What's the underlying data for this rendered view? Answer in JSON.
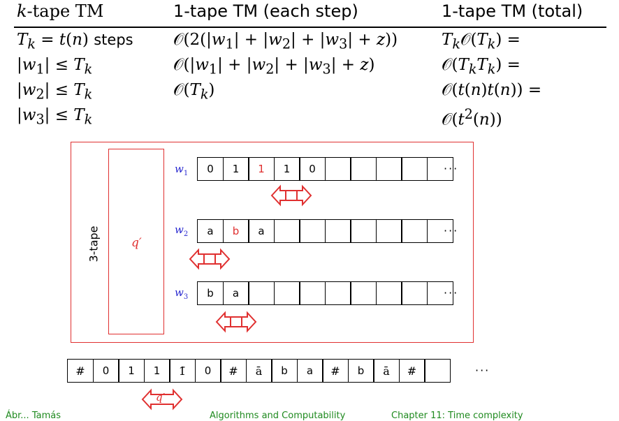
{
  "table": {
    "headers": [
      "k-tape TM",
      "1-tape TM (each step)",
      "1-tape TM (total)"
    ],
    "rows": [
      [
        "T_k = t(n) steps",
        "O(2(|w1| + |w2| + |w3| + z))",
        "T_k O(T_k) ="
      ],
      [
        "|w1| ≤ T_k",
        "O(|w1| + |w2| + |w3| + z)",
        "O(T_k T_k) ="
      ],
      [
        "|w2| ≤ T_k",
        "O(T_k)",
        "O(t(n)t(n)) ="
      ],
      [
        "|w3| ≤ T_k",
        "",
        "O(t²(n))"
      ]
    ]
  },
  "multitape": {
    "vertical_label": "3-tape",
    "state_label": "q′",
    "tapes": [
      {
        "label": "w",
        "index": "1",
        "cells": [
          "0",
          "1",
          "1",
          "1",
          "0",
          "",
          "",
          "",
          "",
          ""
        ],
        "highlight": 2,
        "dots": "···"
      },
      {
        "label": "w",
        "index": "2",
        "cells": [
          "a",
          "b",
          "a",
          "",
          "",
          "",
          "",
          "",
          "",
          ""
        ],
        "highlight": 1,
        "dots": "···"
      },
      {
        "label": "w",
        "index": "3",
        "cells": [
          "b",
          "a",
          "",
          "",
          "",
          "",
          "",
          "",
          "",
          ""
        ],
        "highlight": -1,
        "dots": "···"
      }
    ]
  },
  "single_tape": {
    "cells": [
      "#",
      "0",
      "1",
      "1",
      "1̄",
      "0",
      "#",
      "ā",
      "b",
      "a",
      "#",
      "b",
      "ā",
      "#",
      ""
    ],
    "dots": "···",
    "head_label": "q′"
  },
  "footer": {
    "left": "Ábr... Tamás",
    "center": "Algorithms and Computability",
    "right": "Chapter 11: Time complexity"
  },
  "colors": {
    "accent_red": "#e03030",
    "label_blue": "#2a2ad0",
    "footer_green": "#1f8a1f"
  }
}
